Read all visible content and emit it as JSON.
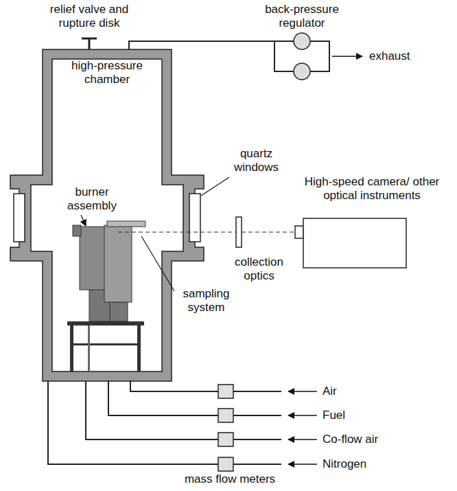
{
  "diagram": {
    "nodes": [
      {
        "text": [
          "high-pressure chamber"
        ]
      },
      {
        "text": [
          "High-speed camera/ other optical instruments"
        ]
      }
    ],
    "labels": [
      "relief valve and rupture disk",
      "back-pressure regulator",
      "exhaust",
      "quartz windows",
      "burner assembly",
      "sampling system",
      "collection optics",
      "Air",
      "Fuel",
      "Co-flow air",
      "Nitrogen",
      "mass flow meters"
    ]
  }
}
